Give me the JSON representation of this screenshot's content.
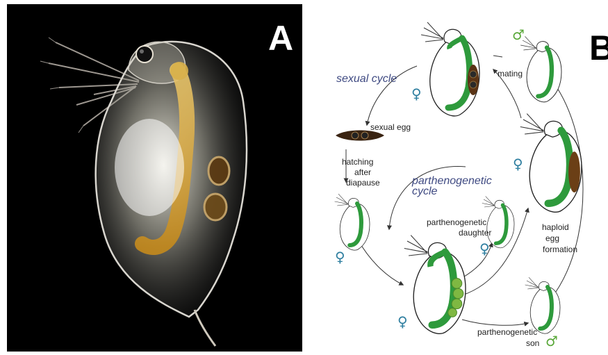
{
  "panels": {
    "a": {
      "letter": "A"
    },
    "b": {
      "letter": "B"
    }
  },
  "cycles": {
    "sexual": "sexual cycle",
    "parthenogenetic_line1": "parthenogenetic",
    "parthenogenetic_line2": "cycle"
  },
  "labels": {
    "sexual_egg": "sexual egg",
    "hatching_1": "hatching",
    "hatching_2": "after",
    "hatching_3": "diapause",
    "mating": "mating",
    "daughter_1": "parthenogenetic",
    "daughter_2": "daughter",
    "haploid_1": "haploid",
    "haploid_2": "egg",
    "haploid_3": "formation",
    "son_1": "parthenogenetic",
    "son_2": "son"
  },
  "symbols": {
    "female": "♀",
    "male": "♂"
  },
  "colors": {
    "gut_green": "#2e9a3c",
    "egg_brown": "#5a3315",
    "female_symbol": "#2f7fa0",
    "male_symbol": "#5aa83a",
    "cycle_text": "#3f4a82"
  }
}
